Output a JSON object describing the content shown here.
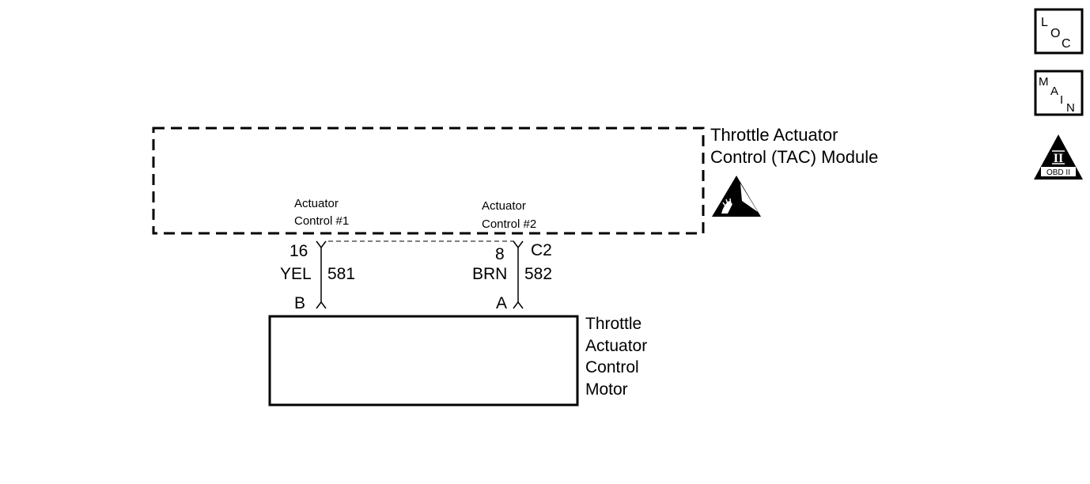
{
  "tac_module": {
    "name_line1": "Throttle Actuator",
    "name_line2": "Control (TAC) Module",
    "esd_icon": "esd-sensitive-hand-icon"
  },
  "circuits": [
    {
      "terminal_label_line1": "Actuator",
      "terminal_label_line2": "Control #1",
      "pin": "16",
      "wire_color": "YEL",
      "circuit_number": "581",
      "motor_pin": "B"
    },
    {
      "terminal_label_line1": "Actuator",
      "terminal_label_line2": "Control #2",
      "pin": "8",
      "connector": "C2",
      "wire_color": "BRN",
      "circuit_number": "582",
      "motor_pin": "A"
    }
  ],
  "motor": {
    "name_line1": "Throttle",
    "name_line2": "Actuator",
    "name_line3": "Control",
    "name_line4": "Motor"
  },
  "nav_buttons": {
    "loc": {
      "l1": "L",
      "l2": "O",
      "l3": "C"
    },
    "main": {
      "l1": "M",
      "l2": "A",
      "l3": "I",
      "l4": "N"
    },
    "obd": {
      "numeral": "II",
      "caption": "OBD II",
      "icon": "obd-ii-triangle-icon"
    }
  }
}
